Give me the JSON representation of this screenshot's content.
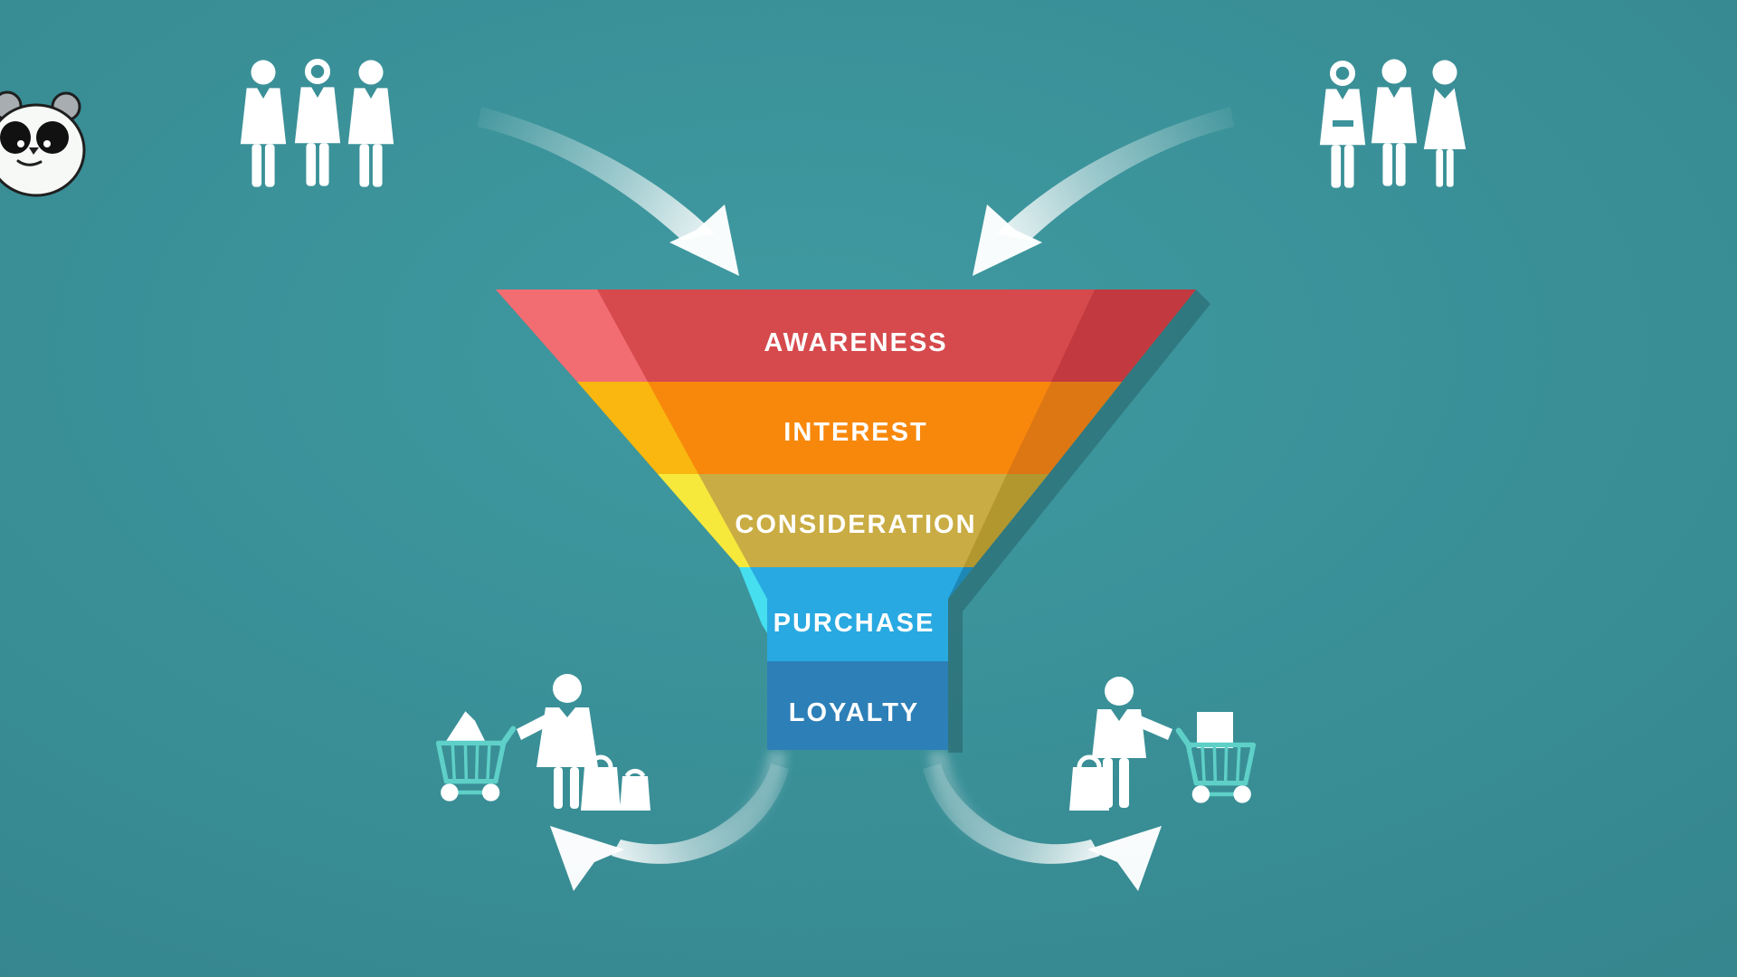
{
  "diagram_title": "marketing-funnel-infographic",
  "funnel": {
    "stages": [
      {
        "label": "AWARENESS",
        "color": "#d64a4d",
        "highlight": "#f26d72",
        "shade": "#c23a3f"
      },
      {
        "label": "INTEREST",
        "color": "#f8880c",
        "highlight": "#f9b70f",
        "shade": "#dd7714"
      },
      {
        "label": "CONSIDERATION",
        "color": "#c9ac43",
        "highlight": "#f7e93c",
        "shade": "#b2972f"
      },
      {
        "label": "PURCHASE",
        "color": "#29a9e1",
        "highlight": "#45dff0",
        "shade": "#1d87b5"
      },
      {
        "label": "LOYALTY",
        "color": "#2d7fb7",
        "highlight": "#2d7fb7",
        "shade": "#2d7fb7"
      }
    ]
  },
  "palette": {
    "background_center": "#3f9aa1",
    "background_edge": "#35858d",
    "background_mid": "#3b939b",
    "icon_white": "#ffffff",
    "cart_teal": "#5ed0c8",
    "funnel_shadow": "#1a464c",
    "panda_ear_gray": "#a7adb0",
    "panda_outline": "#1f1f1f"
  },
  "icons": {
    "logo": "panda-logo",
    "top_left_group": "people-group-icon",
    "top_right_group": "people-group-icon",
    "arrow_top_left": "curved-arrow-into-funnel-icon",
    "arrow_top_right": "curved-arrow-into-funnel-icon",
    "arrow_bottom_left": "curved-arrow-out-of-funnel-icon",
    "arrow_bottom_right": "curved-arrow-out-of-funnel-icon",
    "shopper_left": "woman-with-cart-and-bags-icon",
    "shopper_right": "man-with-cart-and-bag-icon"
  }
}
